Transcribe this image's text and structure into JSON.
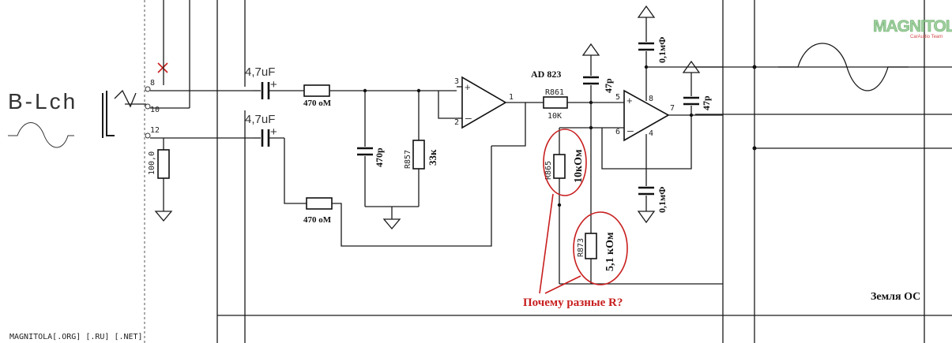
{
  "channel_label": "B-Lch",
  "pin_labels": {
    "p8": "8",
    "p10": "10",
    "p12": "12"
  },
  "caps": {
    "input_top": "4,7uF",
    "input_bottom": "4,7uF",
    "plus": "+",
    "c470": "470p",
    "c47_a": "47p",
    "c47_b": "47p",
    "c01_top": "0,1мФ",
    "c01_bottom": "0,1мФ"
  },
  "resistors": {
    "r100": "100,0",
    "r470_top": "470 оМ",
    "r470_bottom": "470 оМ",
    "r857_id": "R857",
    "r857_value": "33к",
    "r861_id": "R861",
    "r861_value": "10K",
    "r865_id": "R865",
    "r865_value": "10кОм",
    "r873_id": "R873",
    "r873_value": "5,1 кОм"
  },
  "opamp1_pins": {
    "in_plus": "3",
    "in_minus": "2",
    "out": "1"
  },
  "opamp2": {
    "name": "AD 823",
    "pins": {
      "in_plus": "5",
      "in_minus": "6",
      "out": "7",
      "vplus": "8",
      "vminus": "4"
    }
  },
  "annotation": "Почему разные R?",
  "ground_label": "Земля ОС",
  "logo": {
    "main": "MAGNITOLA",
    "sub": "CarAudio Team"
  },
  "watermark": "MAGNITOLA[.ORG] [.RU] [.NET]",
  "colors": {
    "annotation": "#c81e1e",
    "logo": "#7fbf7f"
  }
}
